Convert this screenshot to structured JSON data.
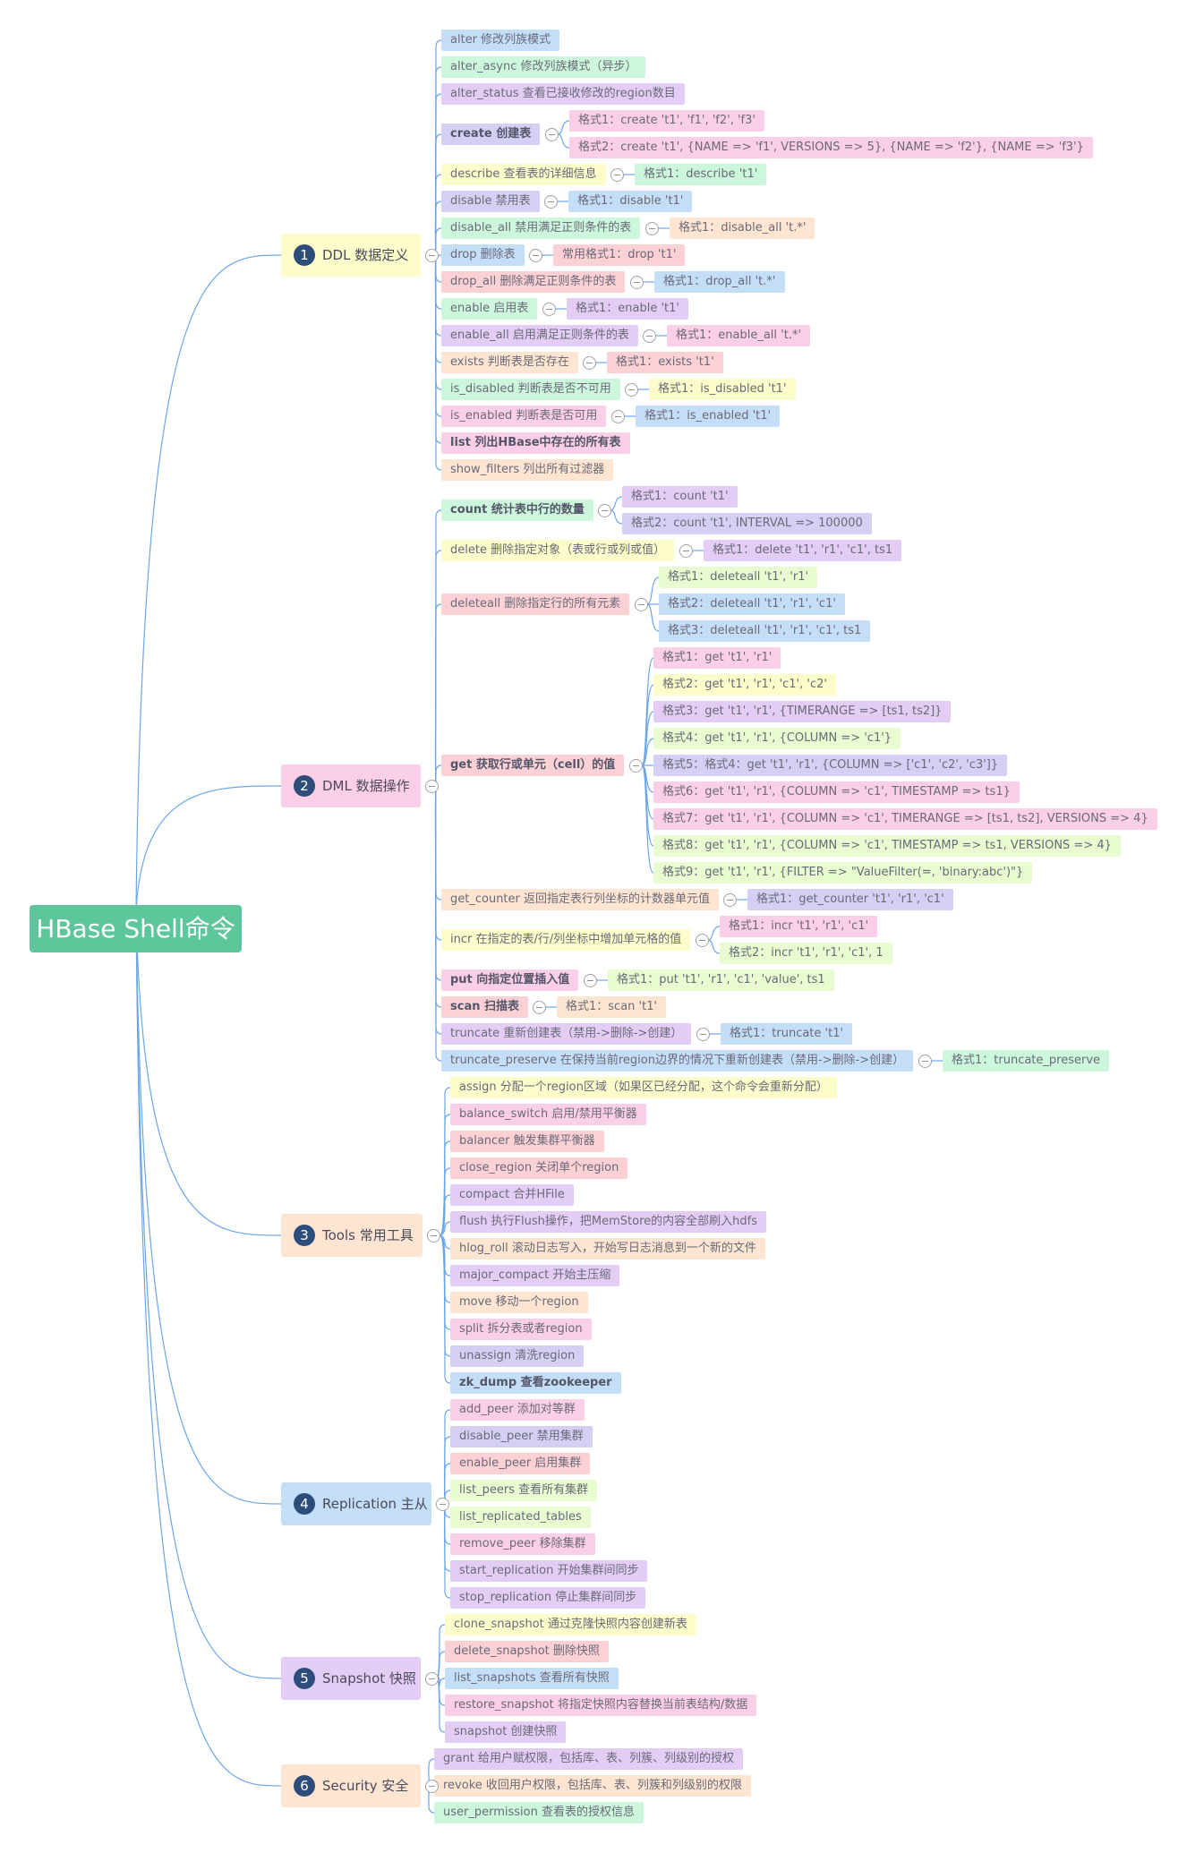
{
  "title": "HBase Shell命令",
  "colors": {
    "root": "#5dc69a",
    "connector": "#6aa6e8",
    "badge": "#2e4d7a",
    "palette": {
      "blue": "#c5def8",
      "green": "#cdf7dc",
      "purple": "#e3cdf5",
      "yellow": "#fdfccb",
      "indigo": "#d3d0f4",
      "pink": "#fbcfe7",
      "red": "#fbd1d6",
      "orange": "#fde5d2",
      "lime": "#e9fbd0"
    }
  },
  "branches": [
    {
      "num": "1",
      "label": "DDL 数据定义",
      "color": "yellow",
      "items": [
        {
          "label": "alter 修改列族模式",
          "color": "blue"
        },
        {
          "label": "alter_async 修改列族模式（异步）",
          "color": "green"
        },
        {
          "label": "alter_status 查看已接收修改的region数目",
          "color": "purple"
        },
        {
          "label": "create 创建表",
          "color": "indigo",
          "bold": true,
          "formats": [
            {
              "label": "格式1：create 't1', 'f1', 'f2', 'f3'",
              "color": "pink"
            },
            {
              "label": "格式2：create 't1', {NAME => 'f1', VERSIONS => 5}, {NAME => 'f2'}, {NAME => 'f3'}",
              "color": "pink"
            }
          ]
        },
        {
          "label": "describe 查看表的详细信息",
          "color": "yellow",
          "formats": [
            {
              "label": "格式1：describe 't1'",
              "color": "green"
            }
          ]
        },
        {
          "label": "disable 禁用表",
          "color": "indigo",
          "formats": [
            {
              "label": "格式1：disable 't1'",
              "color": "blue"
            }
          ]
        },
        {
          "label": "disable_all 禁用满足正则条件的表",
          "color": "green",
          "formats": [
            {
              "label": "格式1：disable_all 't.*'",
              "color": "orange"
            }
          ]
        },
        {
          "label": "drop 删除表",
          "color": "blue",
          "formats": [
            {
              "label": "常用格式1：drop 't1'",
              "color": "red"
            }
          ]
        },
        {
          "label": "drop_all 删除满足正则条件的表",
          "color": "red",
          "formats": [
            {
              "label": "格式1：drop_all 't.*'",
              "color": "blue"
            }
          ]
        },
        {
          "label": "enable 启用表",
          "color": "green",
          "formats": [
            {
              "label": "格式1：enable 't1'",
              "color": "purple"
            }
          ]
        },
        {
          "label": "enable_all 启用满足正则条件的表",
          "color": "purple",
          "formats": [
            {
              "label": "格式1：enable_all 't.*'",
              "color": "pink"
            }
          ]
        },
        {
          "label": "exists 判断表是否存在",
          "color": "orange",
          "formats": [
            {
              "label": "格式1：exists 't1'",
              "color": "red"
            }
          ]
        },
        {
          "label": "is_disabled 判断表是否不可用",
          "color": "green",
          "formats": [
            {
              "label": "格式1：is_disabled 't1'",
              "color": "yellow"
            }
          ]
        },
        {
          "label": "is_enabled 判断表是否可用",
          "color": "pink",
          "formats": [
            {
              "label": "格式1：is_enabled 't1'",
              "color": "blue"
            }
          ]
        },
        {
          "label": "list 列出HBase中存在的所有表",
          "color": "pink",
          "bold": true
        },
        {
          "label": "show_filters 列出所有过滤器",
          "color": "orange"
        }
      ]
    },
    {
      "num": "2",
      "label": "DML 数据操作",
      "color": "pink",
      "items": [
        {
          "label": "count 统计表中行的数量",
          "color": "green",
          "bold": true,
          "formats": [
            {
              "label": "格式1：count 't1'",
              "color": "purple"
            },
            {
              "label": "格式2：count 't1', INTERVAL => 100000",
              "color": "indigo"
            }
          ]
        },
        {
          "label": "delete 删除指定对象（表或行或列或值）",
          "color": "yellow",
          "formats": [
            {
              "label": "格式1：delete 't1', 'r1', 'c1', ts1",
              "color": "purple"
            }
          ]
        },
        {
          "label": "deleteall 删除指定行的所有元素",
          "color": "red",
          "formats": [
            {
              "label": "格式1：deleteall 't1', 'r1'",
              "color": "lime"
            },
            {
              "label": "格式2：deleteall 't1', 'r1', 'c1'",
              "color": "blue"
            },
            {
              "label": "格式3：deleteall 't1', 'r1', 'c1', ts1",
              "color": "blue"
            }
          ]
        },
        {
          "label": "get 获取行或单元（cell）的值",
          "color": "red",
          "bold": true,
          "formats": [
            {
              "label": "格式1：get 't1', 'r1'",
              "color": "pink"
            },
            {
              "label": "格式2：get 't1', 'r1', 'c1', 'c2'",
              "color": "yellow"
            },
            {
              "label": "格式3：get 't1', 'r1', {TIMERANGE => [ts1, ts2]}",
              "color": "purple"
            },
            {
              "label": "格式4：get 't1', 'r1', {COLUMN => 'c1'}",
              "color": "lime"
            },
            {
              "label": "格式5：格式4：get 't1', 'r1', {COLUMN => ['c1', 'c2', 'c3']}",
              "color": "indigo"
            },
            {
              "label": "格式6：get 't1', 'r1', {COLUMN => 'c1', TIMESTAMP => ts1}",
              "color": "pink"
            },
            {
              "label": "格式7：get 't1', 'r1', {COLUMN => 'c1', TIMERANGE => [ts1, ts2], VERSIONS => 4}",
              "color": "pink"
            },
            {
              "label": "格式8：get 't1', 'r1', {COLUMN => 'c1', TIMESTAMP => ts1, VERSIONS => 4}",
              "color": "lime"
            },
            {
              "label": "格式9：get 't1', 'r1', {FILTER => \"ValueFilter(=, 'binary:abc')\"}",
              "color": "lime"
            }
          ]
        },
        {
          "label": "get_counter 返回指定表行列坐标的计数器单元值",
          "color": "orange",
          "formats": [
            {
              "label": "格式1：get_counter 't1', 'r1', 'c1'",
              "color": "indigo"
            }
          ]
        },
        {
          "label": "incr 在指定的表/行/列坐标中增加单元格的值",
          "color": "yellow",
          "formats": [
            {
              "label": "格式1：incr 't1', 'r1', 'c1'",
              "color": "pink"
            },
            {
              "label": "格式2：incr 't1', 'r1', 'c1', 1",
              "color": "lime"
            }
          ]
        },
        {
          "label": "put 向指定位置插入值",
          "color": "pink",
          "bold": true,
          "formats": [
            {
              "label": "格式1：put 't1', 'r1', 'c1', 'value', ts1",
              "color": "lime"
            }
          ]
        },
        {
          "label": "scan 扫描表",
          "color": "red",
          "bold": true,
          "formats": [
            {
              "label": "格式1：scan 't1'",
              "color": "orange"
            }
          ]
        },
        {
          "label": "truncate 重新创建表（禁用->删除->创建）",
          "color": "purple",
          "formats": [
            {
              "label": "格式1：truncate 't1'",
              "color": "blue"
            }
          ]
        },
        {
          "label": "truncate_preserve 在保持当前region边界的情况下重新创建表（禁用->删除->创建）",
          "color": "blue",
          "formats": [
            {
              "label": "格式1：truncate_preserve",
              "color": "green"
            }
          ]
        }
      ]
    },
    {
      "num": "3",
      "label": "Tools 常用工具",
      "color": "orange",
      "items": [
        {
          "label": "assign 分配一个region区域（如果区已经分配，这个命令会重新分配）",
          "color": "yellow"
        },
        {
          "label": "balance_switch 启用/禁用平衡器",
          "color": "pink"
        },
        {
          "label": "balancer 触发集群平衡器",
          "color": "red"
        },
        {
          "label": "close_region 关闭单个region",
          "color": "red"
        },
        {
          "label": "compact 合并HFile",
          "color": "purple"
        },
        {
          "label": "flush 执行Flush操作，把MemStore的内容全部刷入hdfs",
          "color": "purple"
        },
        {
          "label": "hlog_roll 滚动日志写入，开始写日志消息到一个新的文件",
          "color": "orange"
        },
        {
          "label": "major_compact 开始主压缩",
          "color": "purple"
        },
        {
          "label": "move 移动一个region",
          "color": "orange"
        },
        {
          "label": "split 拆分表或者region",
          "color": "pink"
        },
        {
          "label": "unassign 清洗region",
          "color": "indigo"
        },
        {
          "label": "zk_dump 查看zookeeper",
          "color": "blue",
          "bold": true
        }
      ]
    },
    {
      "num": "4",
      "label": "Replication 主从",
      "color": "blue",
      "items": [
        {
          "label": "add_peer 添加对等群",
          "color": "pink"
        },
        {
          "label": "disable_peer 禁用集群",
          "color": "indigo"
        },
        {
          "label": "enable_peer 启用集群",
          "color": "red"
        },
        {
          "label": "list_peers 查看所有集群",
          "color": "lime"
        },
        {
          "label": "list_replicated_tables",
          "color": "lime"
        },
        {
          "label": "remove_peer 移除集群",
          "color": "pink"
        },
        {
          "label": "start_replication 开始集群间同步",
          "color": "purple"
        },
        {
          "label": "stop_replication 停止集群间同步",
          "color": "purple"
        }
      ]
    },
    {
      "num": "5",
      "label": "Snapshot 快照",
      "color": "purple",
      "items": [
        {
          "label": "clone_snapshot 通过克隆快照内容创建新表",
          "color": "yellow"
        },
        {
          "label": "delete_snapshot 删除快照",
          "color": "red"
        },
        {
          "label": "list_snapshots 查看所有快照",
          "color": "blue"
        },
        {
          "label": "restore_snapshot 将指定快照内容替换当前表结构/数据",
          "color": "pink"
        },
        {
          "label": "snapshot 创建快照",
          "color": "purple"
        }
      ]
    },
    {
      "num": "6",
      "label": "Security 安全",
      "color": "orange",
      "items": [
        {
          "label": "grant 给用户赋权限，包括库、表、列簇、列级别的授权",
          "color": "purple"
        },
        {
          "label": "revoke 收回用户权限，包括库、表、列簇和列级别的权限",
          "color": "orange"
        },
        {
          "label": "user_permission 查看表的授权信息",
          "color": "green"
        }
      ]
    }
  ]
}
